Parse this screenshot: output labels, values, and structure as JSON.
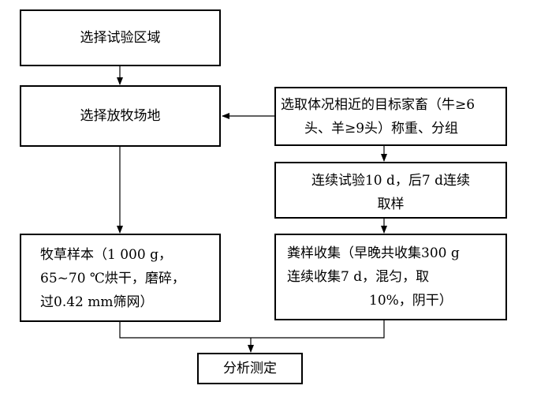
{
  "flowchart": {
    "box_select_area": "选择试验区域",
    "box_select_pasture": "选择放牧场地",
    "box_select_animals": {
      "line1": "选取体况相近的目标家畜（牛≥6",
      "line2": "头、羊≥9头）称重、分组"
    },
    "box_trial": {
      "line1": "连续试验10 d，后7 d连续",
      "line2": "取样"
    },
    "box_forage": {
      "line1": "牧草样本（1 000 g，",
      "line2": "65~70 ℃烘干，磨碎，",
      "line3": "过0.42 mm筛网）"
    },
    "box_feces": {
      "line1": "粪样收集（早晚共收集300 g",
      "line2": "连续收集7 d，混匀，取",
      "line3": "10%，阴干）"
    },
    "box_analysis": "分析测定"
  }
}
